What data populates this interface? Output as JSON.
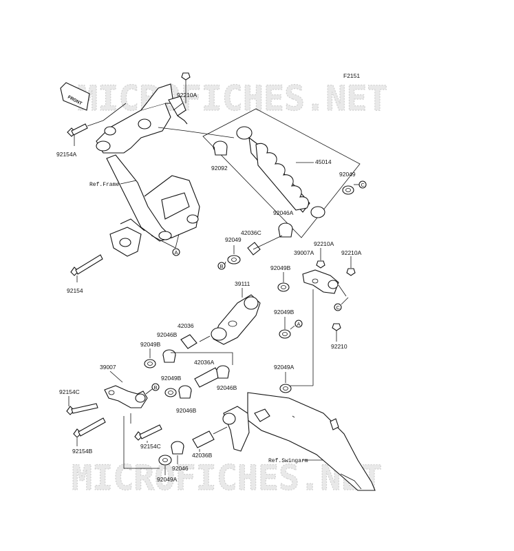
{
  "figure_id": "F2151",
  "watermark": "MICROFICHES.NET",
  "front_arrow": "FRONT",
  "refs": {
    "frame": "Ref.Frame",
    "swingarm": "Ref.Swingarm"
  },
  "callouts": {
    "a": "A",
    "b": "B",
    "c": "C"
  },
  "parts": {
    "p92210A_top": "92210A",
    "p92154A": "92154A",
    "p92092": "92092",
    "p45014": "45014",
    "p92049_r": "92049",
    "p92046A": "92046A",
    "p42036C": "42036C",
    "p92049_m": "92049",
    "p92154": "92154",
    "p92210A_m1": "92210A",
    "p39007A": "39007A",
    "p92210A_m2": "92210A",
    "p92049B_1": "92049B",
    "p39111": "39111",
    "p92049B_2": "92049B",
    "p92210": "92210",
    "p42036": "42036",
    "p92046B_1": "92046B",
    "p92049B_3": "92049B",
    "p39007": "39007",
    "p42036A": "42036A",
    "p92049B_4": "92049B",
    "p92046B_2": "92046B",
    "p92046B_3": "92046B",
    "p92049A_r": "92049A",
    "p92154C_l": "92154C",
    "p92154B": "92154B",
    "p92154C_m": "92154C",
    "p92046": "92046",
    "p42036B": "42036B",
    "p92049A_b": "92049A"
  }
}
